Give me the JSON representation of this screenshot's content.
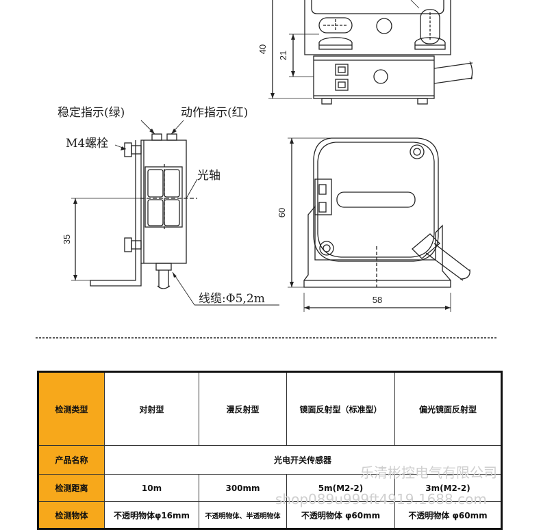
{
  "labels": {
    "stable_indicator": "稳定指示(绿)",
    "action_indicator": "动作指示(红)",
    "bolt": "M4螺栓",
    "optical_axis": "光轴",
    "cable": "线缆:Φ5,2m"
  },
  "dimensions": {
    "top_height": "40",
    "top_inner": "21",
    "side_height": "35",
    "front_height": "60",
    "front_width": "58"
  },
  "table": {
    "rows": [
      {
        "header": "检测类型",
        "cells": [
          "对射型",
          "漫反射型",
          "镜面反射型（标准型）",
          "偏光镜面反射型"
        ]
      },
      {
        "header": "产品名称",
        "cells": [
          "光电开关传感器"
        ]
      },
      {
        "header": "检测距离",
        "cells": [
          "10m",
          "300mm",
          "5m(M2-2)",
          "3m(M2-2)"
        ]
      },
      {
        "header": "检测物体",
        "cells": [
          "不透明物体φ16mm",
          "不透明物体、半透明物体",
          "不透明物体 φ60mm",
          "不透明物体 φ60mm"
        ]
      }
    ]
  },
  "watermark": {
    "line1": "乐清彬控电气有限公司",
    "line2": "shop089u999ft4919.1688.com"
  },
  "colors": {
    "header_fill": "#f7a81b",
    "line": "#222222"
  }
}
